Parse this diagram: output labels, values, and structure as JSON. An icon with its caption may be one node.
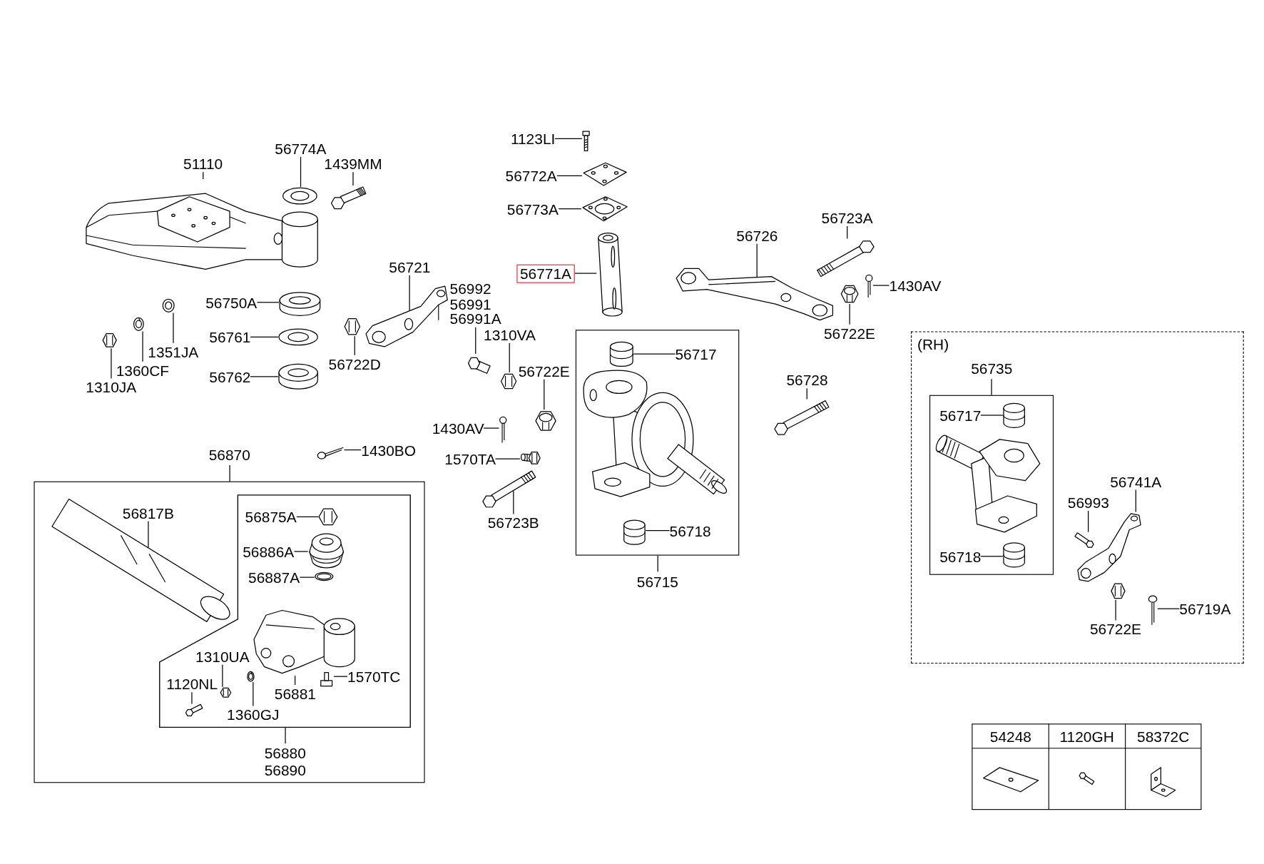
{
  "diagram": {
    "nodes": [
      {
        "text": [
          "1123LI"
        ]
      },
      {
        "text": [],
        "shape": "picture"
      },
      {
        "text": [
          "56772A"
        ]
      },
      {
        "text": [],
        "shape": "picture"
      },
      {
        "text": [
          "56773A"
        ]
      },
      {
        "text": [],
        "shape": "picture"
      },
      {
        "text": [
          "56771A"
        ]
      },
      {
        "text": [],
        "shape": "picture"
      },
      {
        "text": [
          "51110"
        ]
      },
      {
        "text": [],
        "shape": "picture"
      },
      {
        "text": [
          "56774A"
        ]
      },
      {
        "text": [],
        "shape": "picture"
      },
      {
        "text": [
          "1439MM"
        ]
      },
      {
        "text": [],
        "shape": "picture"
      },
      {
        "text": [
          "56750A"
        ]
      },
      {
        "text": [],
        "shape": "picture"
      },
      {
        "text": [
          "56761"
        ]
      },
      {
        "text": [],
        "shape": "picture"
      },
      {
        "text": [
          "56762"
        ]
      },
      {
        "text": [],
        "shape": "picture"
      },
      {
        "text": [
          "1351JA"
        ]
      },
      {
        "text": [],
        "shape": "picture"
      },
      {
        "text": [
          "1360CF"
        ]
      },
      {
        "text": [],
        "shape": "picture"
      },
      {
        "text": [
          "1310JA"
        ]
      },
      {
        "text": [],
        "shape": "picture"
      },
      {
        "text": [
          "56721"
        ]
      },
      {
        "text": [],
        "shape": "picture"
      },
      {
        "text": [
          "56992",
          "56991",
          "56991A"
        ]
      },
      {
        "text": [],
        "shape": "picture"
      },
      {
        "text": [
          "1310VA"
        ]
      },
      {
        "text": [],
        "shape": "picture"
      },
      {
        "text": [
          "56722D"
        ]
      },
      {
        "text": [],
        "shape": "picture"
      },
      {
        "text": [
          "56722E"
        ]
      },
      {
        "text": [],
        "shape": "picture"
      },
      {
        "text": [
          "1430AV"
        ]
      },
      {
        "text": [],
        "shape": "picture"
      },
      {
        "text": [
          "1570TA"
        ]
      },
      {
        "text": [],
        "shape": "picture"
      },
      {
        "text": [
          "56723B"
        ]
      },
      {
        "text": [],
        "shape": "picture"
      },
      {
        "text": [
          "56726"
        ]
      },
      {
        "text": [],
        "shape": "picture"
      },
      {
        "text": [
          "56723A"
        ]
      },
      {
        "text": [],
        "shape": "picture"
      },
      {
        "text": [
          "1430AV"
        ]
      },
      {
        "text": [],
        "shape": "picture"
      },
      {
        "text": [
          "56722E"
        ]
      },
      {
        "text": [],
        "shape": "picture"
      },
      {
        "text": [
          "56728"
        ]
      },
      {
        "text": [],
        "shape": "picture"
      },
      {
        "text": [
          "1430BO"
        ]
      },
      {
        "text": [],
        "shape": "picture"
      },
      {
        "text": [
          "56715"
        ]
      },
      {
        "text": [
          "56717"
        ],
        "in": 54
      },
      {
        "text": [],
        "shape": "picture",
        "in": 54
      },
      {
        "text": [
          "56718"
        ],
        "in": 54
      },
      {
        "text": [],
        "shape": "picture",
        "in": 54
      },
      {
        "text": [
          "56870"
        ]
      },
      {
        "text": [
          "56817B"
        ],
        "in": 59
      },
      {
        "text": [],
        "shape": "picture",
        "in": 59
      },
      {
        "text": [
          "56880",
          "56890"
        ],
        "in": 59
      },
      {
        "text": [
          "56875A"
        ],
        "in": 62
      },
      {
        "text": [],
        "shape": "picture",
        "in": 62
      },
      {
        "text": [
          "56886A"
        ],
        "in": 62
      },
      {
        "text": [],
        "shape": "picture",
        "in": 62
      },
      {
        "text": [
          "56887A"
        ],
        "in": 62
      },
      {
        "text": [],
        "shape": "picture",
        "in": 62
      },
      {
        "text": [
          "1310UA"
        ],
        "in": 62
      },
      {
        "text": [],
        "shape": "picture",
        "in": 62
      },
      {
        "text": [
          "1120NL"
        ],
        "in": 62
      },
      {
        "text": [],
        "shape": "picture",
        "in": 62
      },
      {
        "text": [
          "1360GJ"
        ],
        "in": 62
      },
      {
        "text": [],
        "shape": "picture",
        "in": 62
      },
      {
        "text": [
          "56881"
        ],
        "in": 62
      },
      {
        "text": [],
        "shape": "picture",
        "in": 62
      },
      {
        "text": [
          "1570TC"
        ],
        "in": 62
      },
      {
        "text": [],
        "shape": "picture",
        "in": 62
      },
      {
        "text": [
          "(RH)"
        ]
      },
      {
        "text": [
          "56735"
        ],
        "in": 79
      },
      {
        "text": [
          "56717"
        ],
        "in": 80
      },
      {
        "text": [],
        "shape": "picture",
        "in": 80
      },
      {
        "text": [
          "56718"
        ],
        "in": 80
      },
      {
        "text": [],
        "shape": "picture",
        "in": 80
      },
      {
        "text": [
          "56993"
        ],
        "in": 79
      },
      {
        "text": [],
        "shape": "picture",
        "in": 79
      },
      {
        "text": [
          "56741A"
        ],
        "in": 79
      },
      {
        "text": [],
        "shape": "picture",
        "in": 79
      },
      {
        "text": [
          "56722E"
        ],
        "in": 79
      },
      {
        "text": [],
        "shape": "picture",
        "in": 79
      },
      {
        "text": [
          "56719A"
        ],
        "in": 79
      },
      {
        "text": [],
        "shape": "picture",
        "in": 79
      }
    ],
    "edges": [
      {
        "from": 0,
        "to": 1,
        "arrow": "none"
      },
      {
        "from": 2,
        "to": 3,
        "arrow": "none"
      },
      {
        "from": 4,
        "to": 5,
        "arrow": "none"
      },
      {
        "from": 6,
        "to": 7,
        "arrow": "none"
      },
      {
        "from": 8,
        "to": 9,
        "arrow": "none"
      },
      {
        "from": 10,
        "to": 11,
        "arrow": "none"
      },
      {
        "from": 12,
        "to": 13,
        "arrow": "none"
      },
      {
        "from": 14,
        "to": 15,
        "arrow": "none"
      },
      {
        "from": 16,
        "to": 17,
        "arrow": "none"
      },
      {
        "from": 18,
        "to": 19,
        "arrow": "none"
      },
      {
        "from": 20,
        "to": 21,
        "arrow": "none"
      },
      {
        "from": 22,
        "to": 23,
        "arrow": "none"
      },
      {
        "from": 24,
        "to": 25,
        "arrow": "none"
      },
      {
        "from": 26,
        "to": 27,
        "arrow": "none"
      },
      {
        "from": 28,
        "to": 29,
        "arrow": "none"
      },
      {
        "from": 30,
        "to": 31,
        "arrow": "none"
      },
      {
        "from": 32,
        "to": 33,
        "arrow": "none"
      },
      {
        "from": 34,
        "to": 35,
        "arrow": "none"
      },
      {
        "from": 36,
        "to": 37,
        "arrow": "none"
      },
      {
        "from": 38,
        "to": 39,
        "arrow": "none"
      },
      {
        "from": 40,
        "to": 41,
        "arrow": "none"
      },
      {
        "from": 42,
        "to": 43,
        "arrow": "none"
      },
      {
        "from": 44,
        "to": 45,
        "arrow": "none"
      },
      {
        "from": 46,
        "to": 47,
        "arrow": "none"
      },
      {
        "from": 48,
        "to": 49,
        "arrow": "none"
      },
      {
        "from": 50,
        "to": 51,
        "arrow": "none"
      },
      {
        "from": 52,
        "to": 53,
        "arrow": "none"
      },
      {
        "from": 55,
        "to": 56,
        "arrow": "none"
      },
      {
        "from": 57,
        "to": 58,
        "arrow": "none"
      },
      {
        "from": 60,
        "to": 61,
        "arrow": "none"
      },
      {
        "from": 63,
        "to": 64,
        "arrow": "none"
      },
      {
        "from": 65,
        "to": 66,
        "arrow": "none"
      },
      {
        "from": 67,
        "to": 68,
        "arrow": "none"
      },
      {
        "from": 69,
        "to": 70,
        "arrow": "none"
      },
      {
        "from": 71,
        "to": 72,
        "arrow": "none"
      },
      {
        "from": 73,
        "to": 74,
        "arrow": "none"
      },
      {
        "from": 75,
        "to": 76,
        "arrow": "none"
      },
      {
        "from": 77,
        "to": 78,
        "arrow": "none"
      },
      {
        "from": 81,
        "to": 82,
        "arrow": "none"
      },
      {
        "from": 83,
        "to": 84,
        "arrow": "none"
      },
      {
        "from": 85,
        "to": 86,
        "arrow": "none"
      },
      {
        "from": 87,
        "to": 88,
        "arrow": "none"
      },
      {
        "from": 89,
        "to": 90,
        "arrow": "none"
      },
      {
        "from": 91,
        "to": 92,
        "arrow": "none"
      }
    ],
    "labels": [
      "54248",
      "1120GH",
      "58372C"
    ]
  }
}
